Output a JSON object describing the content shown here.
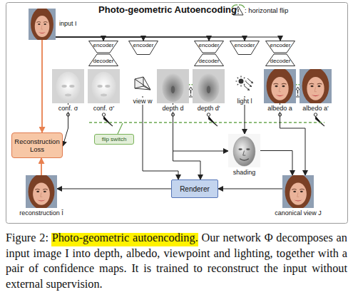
{
  "diagram": {
    "title": "Photo-geometric Autoencoding",
    "caption": "Figure 2: Photo-geometric autoencoding. Our network Φ decomposes an input image I into depth, albedo, viewpoint and lighting, together with a pair of confidence maps. It is trained to reconstruct the input without external supervision.",
    "nodes": [
      {
        "text": [
          "input I"
        ]
      },
      {
        "text": [
          "encoder",
          "decoder"
        ]
      },
      {
        "text": [
          "encoder"
        ]
      },
      {
        "text": [
          "encoder",
          "decoder"
        ]
      },
      {
        "text": [
          "encoder"
        ]
      },
      {
        "text": [
          "encoder",
          "decoder"
        ]
      },
      {
        "text": [
          "conf. σ"
        ]
      },
      {
        "text": [
          "conf. σ'"
        ]
      },
      {
        "text": [
          "view w"
        ]
      },
      {
        "text": [
          "depth d"
        ]
      },
      {
        "text": [
          "depth d'"
        ]
      },
      {
        "text": [
          "light l"
        ]
      },
      {
        "text": [
          "albedo a"
        ]
      },
      {
        "text": [
          "albedo a'"
        ]
      },
      {
        "text": [
          "Reconstruction Loss"
        ]
      },
      {
        "text": [
          "flip switch"
        ]
      },
      {
        "text": [
          "shading"
        ]
      },
      {
        "text": [
          "Renderer"
        ]
      },
      {
        "text": [
          "reconstruction Î"
        ]
      },
      {
        "text": [
          "canonical view J"
        ]
      }
    ],
    "edges": [
      {
        "from": 0,
        "to": 1,
        "arrow": "to"
      },
      {
        "from": 0,
        "to": 2,
        "arrow": "to"
      },
      {
        "from": 0,
        "to": 3,
        "arrow": "to"
      },
      {
        "from": 0,
        "to": 4,
        "arrow": "to"
      },
      {
        "from": 0,
        "to": 5,
        "arrow": "to"
      },
      {
        "from": 0,
        "to": 14,
        "arrow": "to"
      },
      {
        "from": 18,
        "to": 14,
        "arrow": "to"
      },
      {
        "from": 6,
        "to": 14,
        "arrow": "to"
      },
      {
        "from": 8,
        "to": 17,
        "arrow": "to"
      },
      {
        "from": 9,
        "to": 17,
        "arrow": "to"
      },
      {
        "from": 9,
        "to": 16,
        "arrow": "to"
      },
      {
        "from": 11,
        "to": 16,
        "arrow": "to"
      },
      {
        "from": 16,
        "to": 19,
        "arrow": "to"
      },
      {
        "from": 12,
        "to": 19,
        "arrow": "to"
      },
      {
        "from": 17,
        "to": 18,
        "arrow": "to"
      },
      {
        "from": 19,
        "to": 17,
        "arrow": "to"
      }
    ],
    "legend": [
      {
        "text": ": horizontal flip"
      }
    ]
  }
}
